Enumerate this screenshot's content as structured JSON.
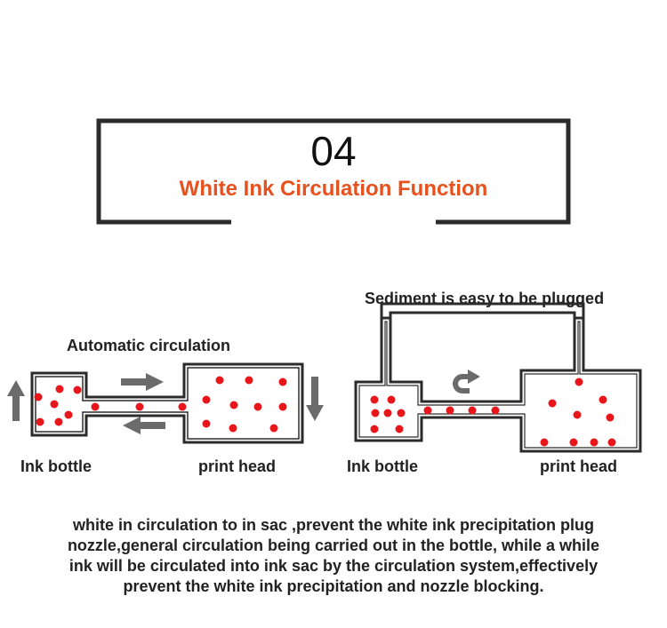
{
  "header": {
    "number": "04",
    "title": "White Ink Circulation Function"
  },
  "left_diagram": {
    "caption": "Automatic circulation",
    "bottle_label": "Ink bottle",
    "head_label": "print head"
  },
  "right_diagram": {
    "caption": "Sediment is easy to be plugged",
    "bottle_label": "Ink bottle",
    "head_label": "print head"
  },
  "description": {
    "lines": [
      "white in circulation to in sac ,prevent the white ink precipitation plug",
      "nozzle,general circulation being carried out in the bottle, while a while",
      "ink will be circulated into ink sac by the circulation system,effectively",
      "prevent the white ink precipitation and nozzle blocking."
    ]
  },
  "colors": {
    "ink_dot": "#e8161b",
    "outline": "#2b2b2b",
    "arrow": "#6b6b6b",
    "title": "#e8501e"
  },
  "icons": [
    "up-arrow-icon",
    "down-arrow-icon",
    "right-arrow-icon",
    "left-arrow-icon",
    "u-turn-arrow-icon"
  ]
}
